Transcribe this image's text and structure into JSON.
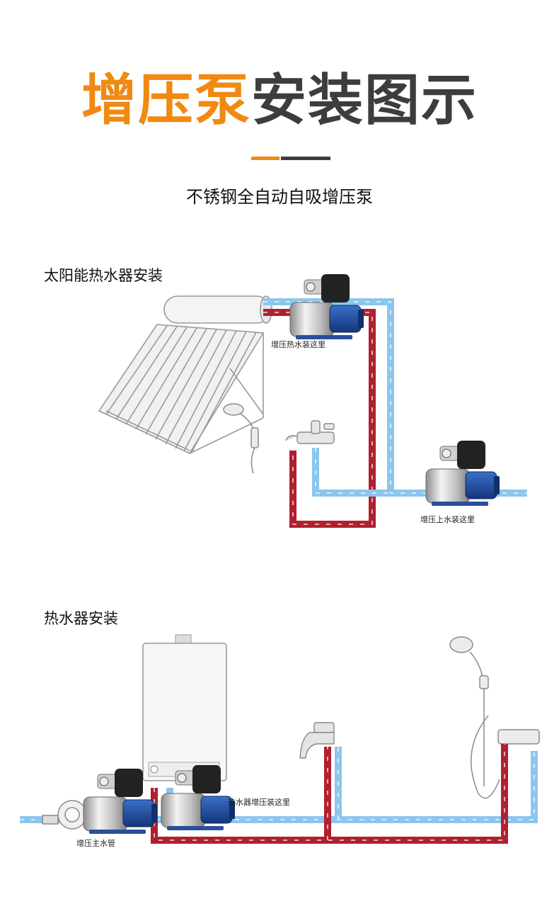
{
  "header": {
    "title_part1": "增压泵",
    "title_part2": "安装图示",
    "subtitle": "不锈钢全自动自吸增压泵"
  },
  "colors": {
    "accent": "#f08a12",
    "dark": "#3d3d3d",
    "hot_pipe": "#b02030",
    "cold_pipe": "#8cc6ec",
    "pump_blue": "#1f4fa0"
  },
  "section_solar": {
    "label": "太阳能热水器安装",
    "callout_hot": "增压热水装这里",
    "callout_cold": "增压上水装这里"
  },
  "section_heater": {
    "label": "热水器安装",
    "callout_heater": "热水器增压装这里",
    "callout_main": "增压主水管"
  }
}
